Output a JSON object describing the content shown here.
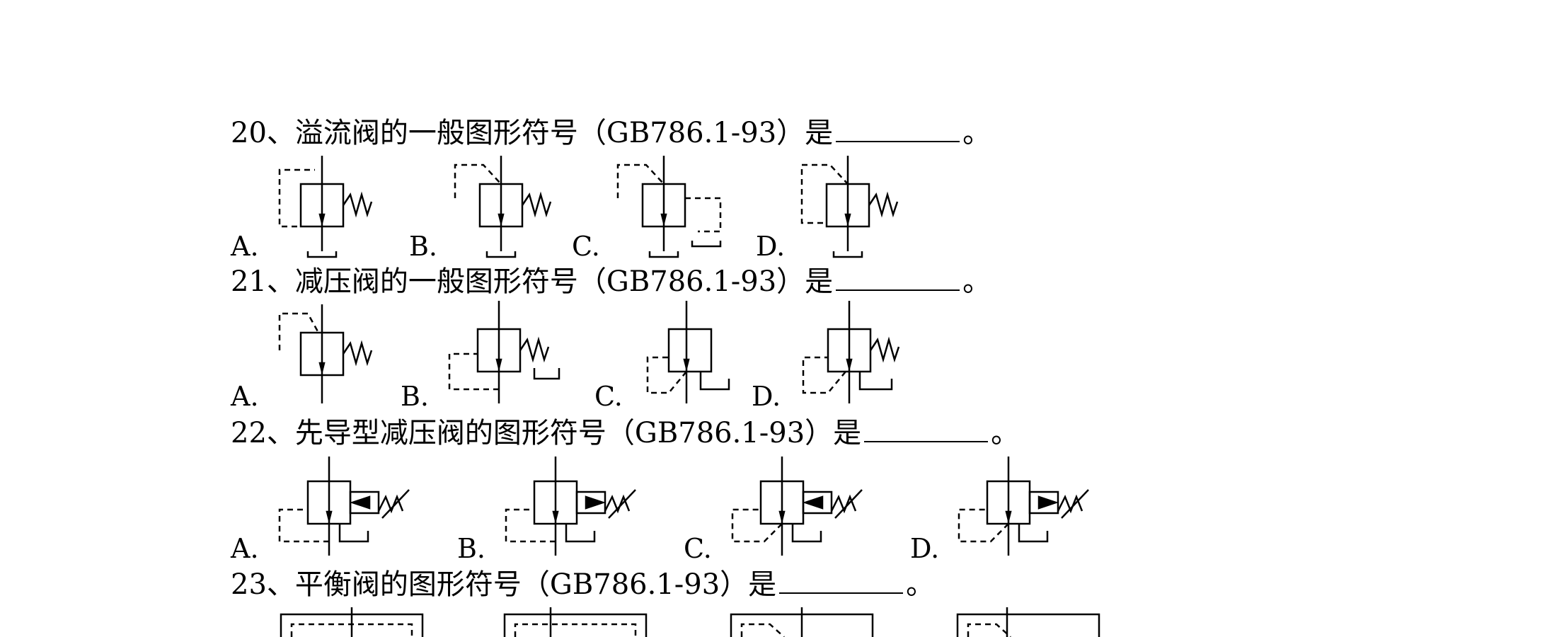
{
  "questions": [
    {
      "text": "20、溢流阀的一般图形符号（GB786.1-93）是",
      "end": "。",
      "options": [
        "A.",
        "B.",
        "C.",
        "D."
      ]
    },
    {
      "text": "21、减压阀的一般图形符号（GB786.1-93）是",
      "end": "。",
      "options": [
        "A.",
        "B.",
        "C.",
        "D."
      ]
    },
    {
      "text": "22、先导型减压阀的图形符号（GB786.1-93）是",
      "end": "。",
      "options": [
        "A.",
        "B.",
        "C.",
        "D."
      ]
    },
    {
      "text": "23、平衡阀的图形符号（GB786.1-93）是",
      "end": "。",
      "options": []
    }
  ]
}
